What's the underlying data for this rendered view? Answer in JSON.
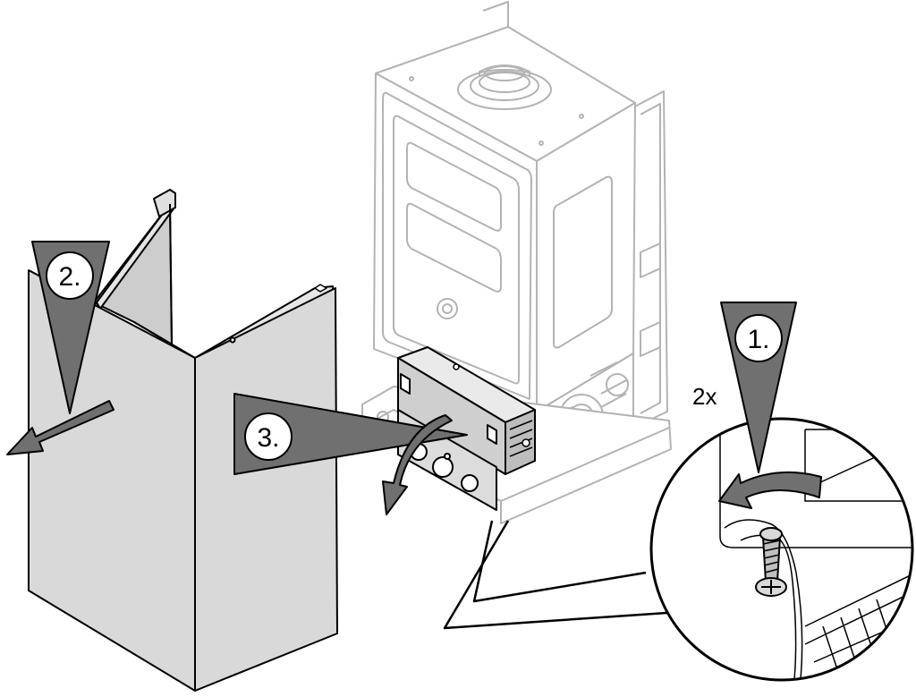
{
  "steps": [
    {
      "label": "1."
    },
    {
      "label": "2."
    },
    {
      "label": "3."
    }
  ],
  "screw_count": "2x",
  "colors": {
    "panel_fill": "#d9d9d9",
    "marker_fill": "#707070",
    "outline": "#000000",
    "device_line": "#b3b3b3",
    "background": "#ffffff"
  }
}
